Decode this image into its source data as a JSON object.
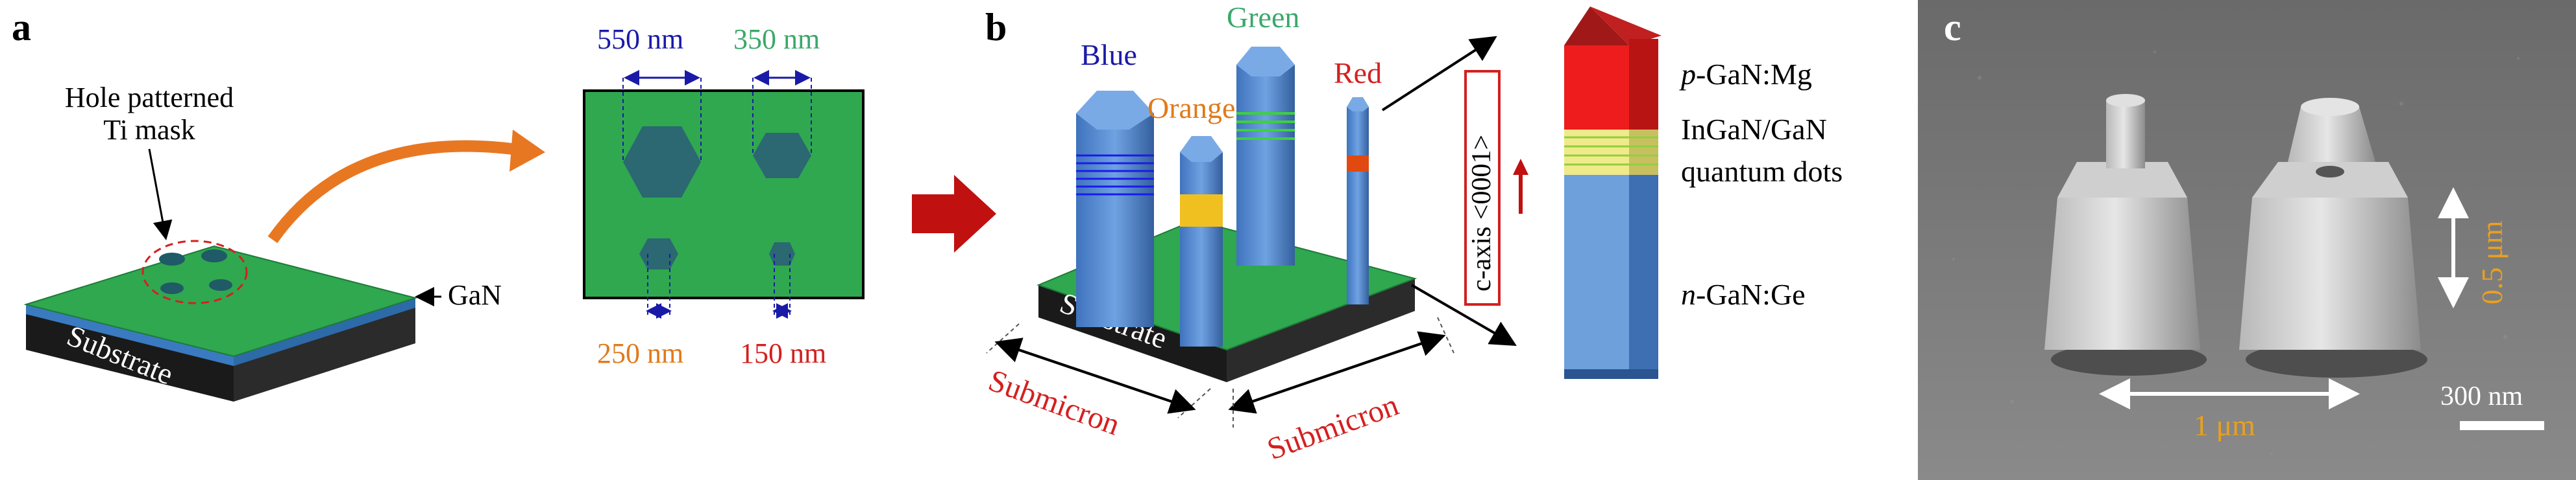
{
  "panel_a": {
    "label": "a",
    "mask_label": "Hole patterned\nTi mask",
    "substrate": "Substrate",
    "gan": "GaN",
    "dim_550": "550 nm",
    "dim_350": "350 nm",
    "dim_250": "250 nm",
    "dim_150": "150 nm"
  },
  "panel_b": {
    "label": "b",
    "blue": "Blue",
    "green": "Green",
    "orange": "Orange",
    "red": "Red",
    "substrate": "Substrate",
    "submicron_left": "Submicron",
    "submicron_right": "Submicron",
    "c_axis": "c-axis <0001>",
    "p_gan": "p-GaN:Mg",
    "ingan": "InGaN/GaN",
    "quantum_dots": "quantum dots",
    "n_gan": "n-GaN:Ge"
  },
  "panel_c": {
    "label": "c",
    "dim_vertical": "0.5 μm",
    "dim_horizontal": "1 μm",
    "scale_bar": "300 nm"
  },
  "colors": {
    "green_surface": "#2fa84f",
    "wire_blue": "#5b8fd4",
    "blue_text": "#1a1aa8",
    "green_text": "#3aa86a",
    "orange_text": "#e07a1a",
    "red_text": "#d42020",
    "arrow_orange": "#e87722",
    "arrow_red": "#c01010"
  }
}
